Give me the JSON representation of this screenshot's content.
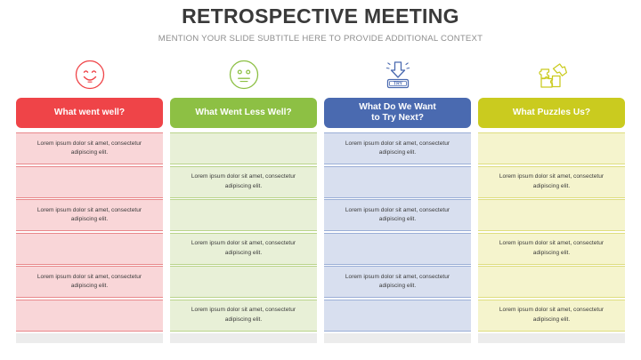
{
  "header": {
    "title": "RETROSPECTIVE MEETING",
    "subtitle": "MENTION YOUR SLIDE SUBTITLE HERE TO PROVIDE ADDITIONAL CONTEXT"
  },
  "body_text": "Lorem ipsum dolor sit amet, consectetur adipiscing elit.",
  "colors": {
    "red": "#ef4448",
    "green": "#8dc044",
    "blue": "#4a6ab0",
    "yellow": "#cacb1f",
    "red_cell": "#f9d6d8",
    "green_cell": "#e8f0d7",
    "blue_cell": "#d8dfef",
    "yellow_cell": "#f5f4cd",
    "title": "#3a3a3a",
    "subtitle": "#8e8e8e",
    "footer": "#ececec"
  },
  "columns": [
    {
      "id": "what-went-well",
      "icon": "smiley-happy-face-icon",
      "header": "What went well?",
      "theme": "red",
      "cells": [
        "Lorem ipsum dolor sit amet, consectetur adipiscing elit.",
        "",
        "Lorem ipsum dolor sit amet, consectetur adipiscing elit.",
        "",
        "Lorem ipsum dolor sit amet, consectetur adipiscing elit.",
        ""
      ]
    },
    {
      "id": "what-went-less-well",
      "icon": "smiley-neutral-face-icon",
      "header": "What Went Less Well?",
      "theme": "green",
      "cells": [
        "",
        "Lorem ipsum dolor sit amet, consectetur adipiscing elit.",
        "",
        "Lorem ipsum dolor sit amet, consectetur adipiscing elit.",
        "",
        "Lorem ipsum dolor sit amet, consectetur adipiscing elit."
      ]
    },
    {
      "id": "what-do-we-want-to-try-next",
      "icon": "try-button-arrow-icon",
      "header_line1": "What Do We Want",
      "header_line2": "to Try Next?",
      "icon_label": "TRY",
      "theme": "blue",
      "cells": [
        "Lorem ipsum dolor sit amet, consectetur adipiscing elit.",
        "",
        "Lorem ipsum dolor sit amet, consectetur adipiscing elit.",
        "",
        "Lorem ipsum dolor sit amet, consectetur adipiscing elit.",
        ""
      ]
    },
    {
      "id": "what-puzzles-us",
      "icon": "puzzle-pieces-icon",
      "header": "What Puzzles Us?",
      "theme": "yellow",
      "cells": [
        "",
        "Lorem ipsum dolor sit amet, consectetur adipiscing elit.",
        "",
        "Lorem ipsum dolor sit amet, consectetur adipiscing elit.",
        "",
        "Lorem ipsum dolor sit amet, consectetur adipiscing elit."
      ]
    }
  ]
}
